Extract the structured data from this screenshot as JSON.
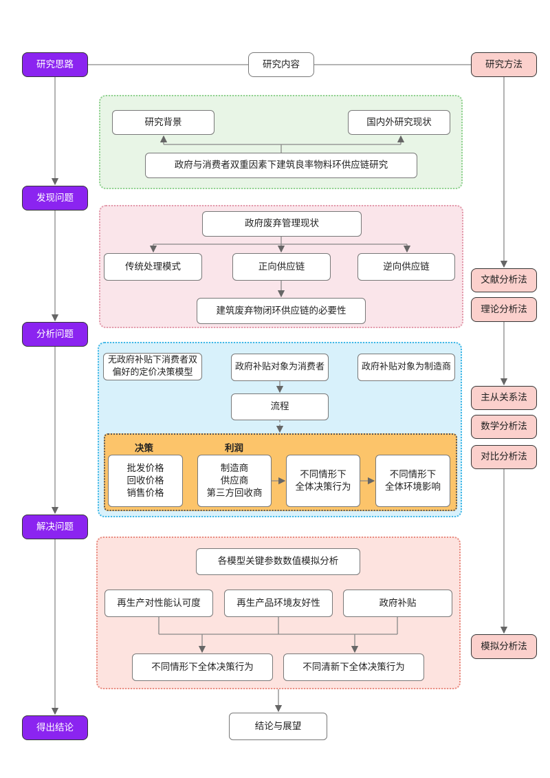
{
  "steps": [
    "研究思路",
    "发现问题",
    "分析问题",
    "解决问题",
    "得出结论"
  ],
  "header": {
    "content": "研究内容",
    "method": "研究方法"
  },
  "methods": [
    "文献分析法",
    "理论分析法",
    "主从关系法",
    "数学分析法",
    "对比分析法",
    "模拟分析法"
  ],
  "section1": {
    "background": "研究背景",
    "status": "国内外研究现状",
    "topic": "政府与消费者双重因素下建筑良率物料环供应链研究"
  },
  "section2": {
    "top": "政府废弃管理现状",
    "traditional": "传统处理模式",
    "forward": "正向供应链",
    "reverse": "逆向供应链",
    "necessity": "建筑废弃物闭环供应链的必要性"
  },
  "section3": {
    "model_none": "无政府补贴下消费者双\n偏好的定价决策模型",
    "model_consumer": "政府补贴对象为消费者",
    "model_manufacturer": "政府补贴对象为制造商",
    "process": "流程",
    "decision_label": "决策",
    "profit_label": "利润",
    "decision_box": "批发价格\n回收价格\n销售价格",
    "profit_box": "制造商\n供应商\n第三方回收商",
    "behavior_box": "不同情形下\n全体决策行为",
    "environment_box": "不同情形下\n全体环境影响"
  },
  "section4": {
    "top": "各模型关键参数数值模拟分析",
    "param1": "再生产对性能认可度",
    "param2": "再生产品环境友好性",
    "param3": "政府补贴",
    "result1": "不同情形下全体决策行为",
    "result2": "不同清新下全体决策行为"
  },
  "conclusion": "结论与展望"
}
